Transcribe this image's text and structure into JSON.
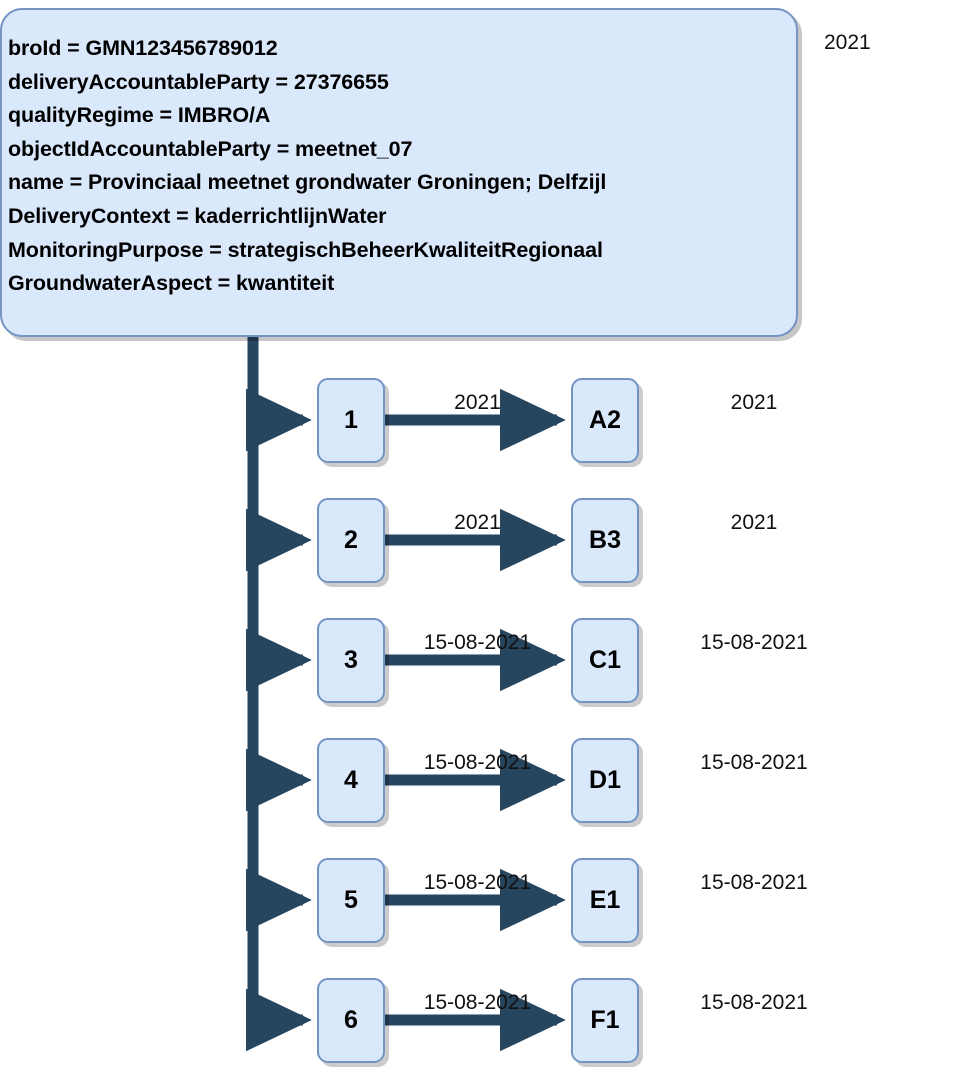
{
  "diagram": {
    "corner_label": "2021",
    "info_box": {
      "lines": [
        "broId = GMN123456789012",
        "deliveryAccountableParty = 27376655",
        "qualityRegime = IMBRO/A",
        "objectIdAccountableParty = meetnet_07",
        "name = Provinciaal meetnet grondwater Groningen; Delfzijl",
        "DeliveryContext = kaderrichtlijnWater",
        "MonitoringPurpose = strategischBeheerKwaliteitRegionaal",
        "GroundwaterAspect = kwantiteit"
      ]
    },
    "rows": [
      {
        "left_node": "1",
        "edge_label": "2021",
        "right_node": "A2",
        "trailing_label": "2021"
      },
      {
        "left_node": "2",
        "edge_label": "2021",
        "right_node": "B3",
        "trailing_label": "2021"
      },
      {
        "left_node": "3",
        "edge_label": "15-08-2021",
        "right_node": "C1",
        "trailing_label": "15-08-2021"
      },
      {
        "left_node": "4",
        "edge_label": "15-08-2021",
        "right_node": "D1",
        "trailing_label": "15-08-2021"
      },
      {
        "left_node": "5",
        "edge_label": "15-08-2021",
        "right_node": "E1",
        "trailing_label": "15-08-2021"
      },
      {
        "left_node": "6",
        "edge_label": "15-08-2021",
        "right_node": "F1",
        "trailing_label": "15-08-2021"
      }
    ],
    "colors": {
      "node_fill": "#dae8fc",
      "node_stroke": "#7494c4",
      "connector": "#26455f",
      "text": "#000000"
    }
  }
}
